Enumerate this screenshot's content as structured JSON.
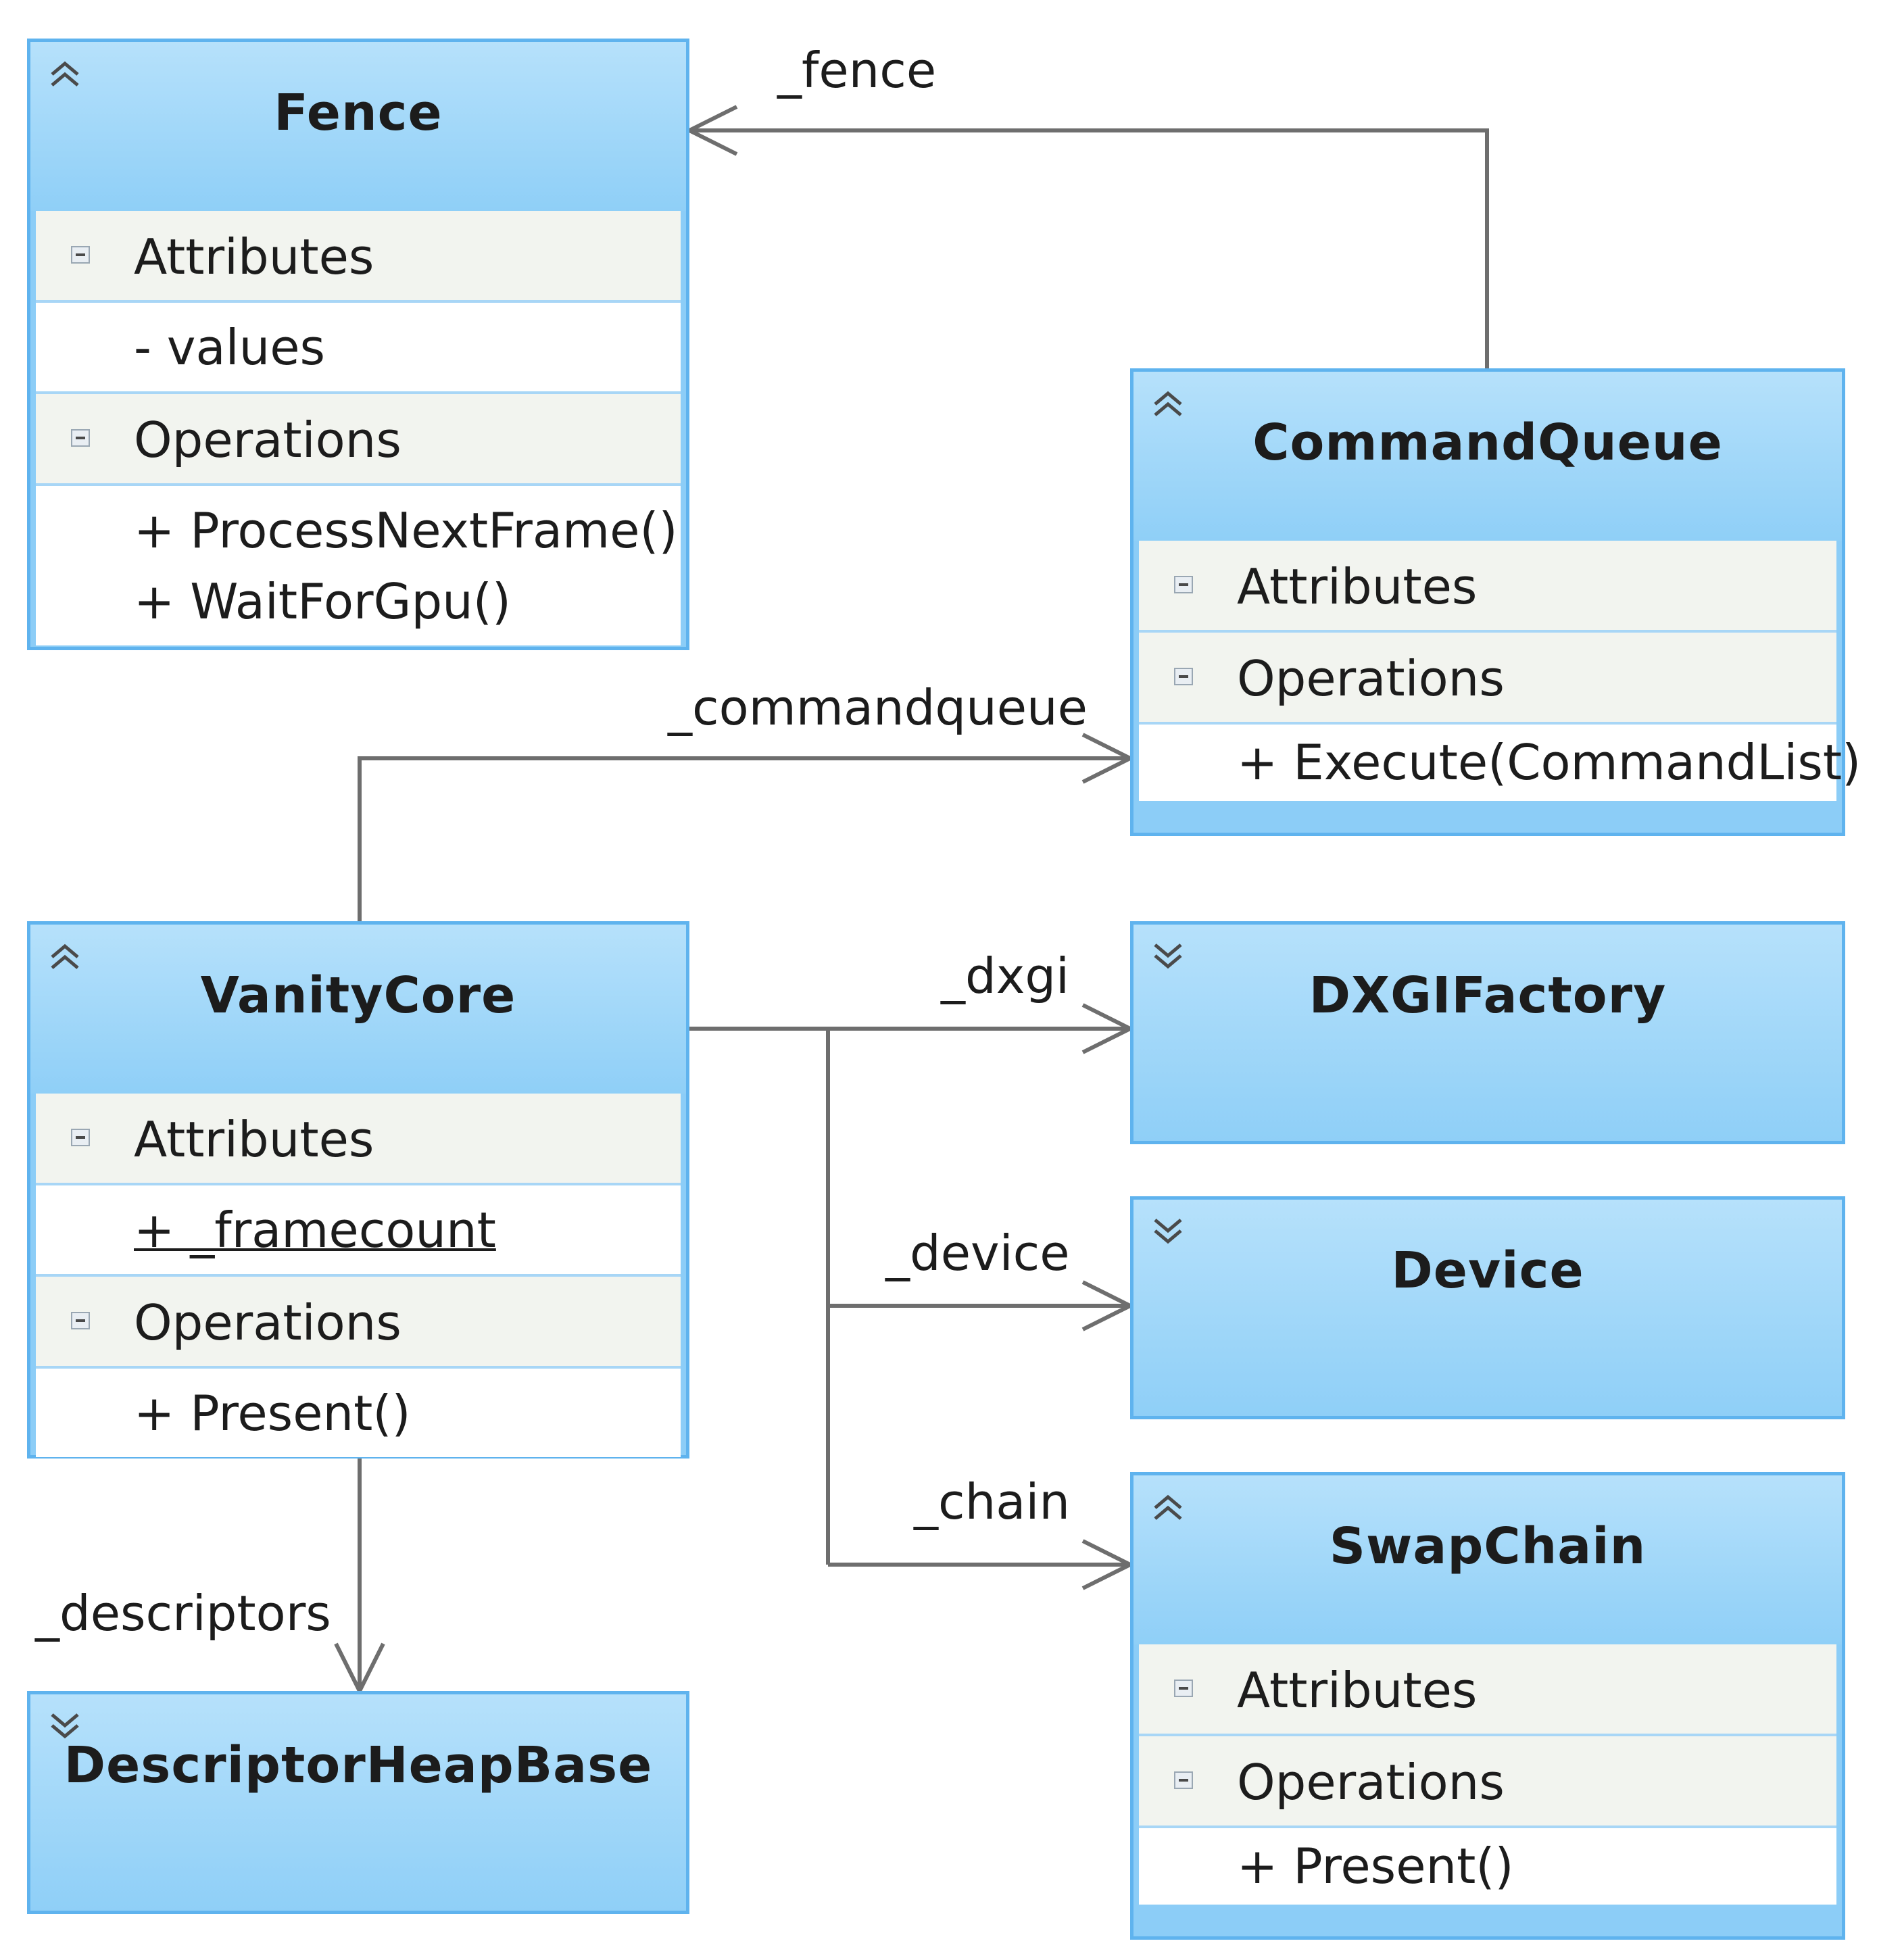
{
  "classes": {
    "fence": {
      "name": "Fence",
      "attributes_label": "Attributes",
      "attributes": [
        "- values"
      ],
      "operations_label": "Operations",
      "operations": [
        "+ ProcessNextFrame()",
        "+ WaitForGpu()"
      ]
    },
    "commandqueue": {
      "name": "CommandQueue",
      "attributes_label": "Attributes",
      "operations_label": "Operations",
      "operations": [
        "+ Execute(CommandList)"
      ]
    },
    "vanitycore": {
      "name": "VanityCore",
      "attributes_label": "Attributes",
      "attributes": [
        "+ _framecount"
      ],
      "operations_label": "Operations",
      "operations": [
        "+ Present()"
      ]
    },
    "dxgifactory": {
      "name": "DXGIFactory"
    },
    "device": {
      "name": "Device"
    },
    "swapchain": {
      "name": "SwapChain",
      "attributes_label": "Attributes",
      "operations_label": "Operations",
      "operations": [
        "+ Present()"
      ]
    },
    "descriptorheapbase": {
      "name": "DescriptorHeapBase"
    }
  },
  "associations": {
    "fence": "_fence",
    "commandqueue": "_commandqueue",
    "dxgi": "_dxgi",
    "device": "_device",
    "chain": "_chain",
    "descriptors": "_descriptors"
  },
  "colors": {
    "header_top": "#b6e1fb",
    "header_bottom": "#8fcff7",
    "border": "#5fb3ee",
    "section_bg": "#f2f4ef",
    "edge": "#6e6e6e"
  },
  "icons": {
    "expanded": "chevron-double-up-icon",
    "collapsed": "chevron-double-down-icon",
    "section": "collapse-section-icon"
  }
}
